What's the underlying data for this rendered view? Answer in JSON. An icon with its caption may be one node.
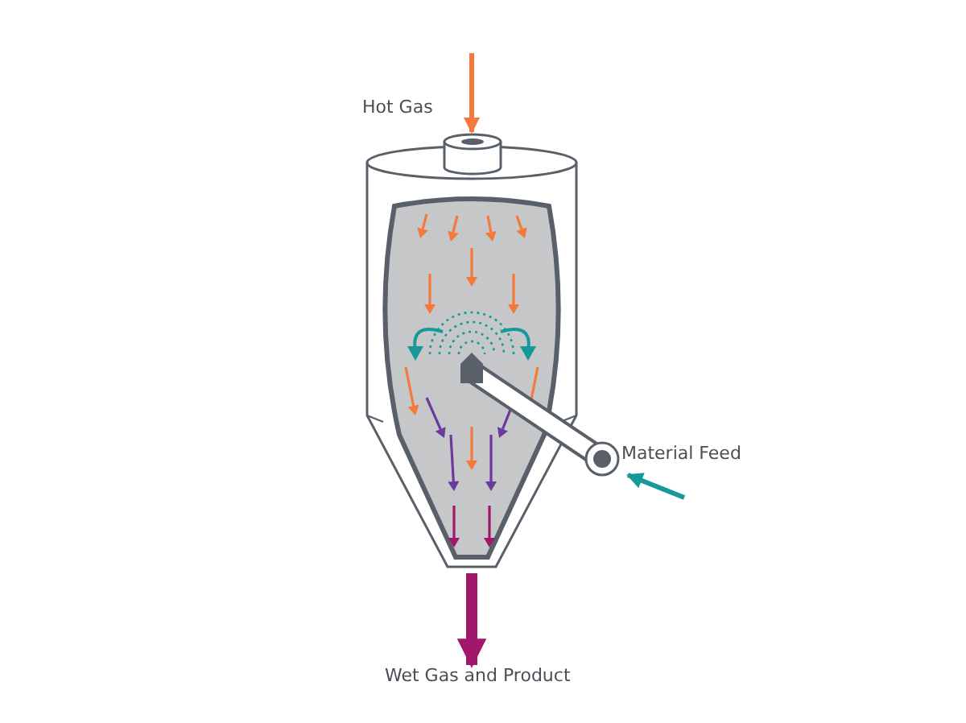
{
  "diagram": {
    "nodes": [
      {
        "text": [],
        "shape": "picture"
      },
      {
        "text": [
          "Hot Gas"
        ]
      },
      {
        "text": [
          "Material Feed"
        ]
      },
      {
        "text": [
          "Wet Gas and Product"
        ]
      }
    ],
    "edges": [
      {
        "from": null,
        "to": 0,
        "arrow": "to",
        "color": "#f4793a"
      },
      {
        "from": null,
        "to": 0,
        "arrow": "to",
        "color": "#17999a"
      },
      {
        "from": 0,
        "to": 3,
        "arrow": "to",
        "style": "thick",
        "color": "#a0176c"
      }
    ]
  }
}
